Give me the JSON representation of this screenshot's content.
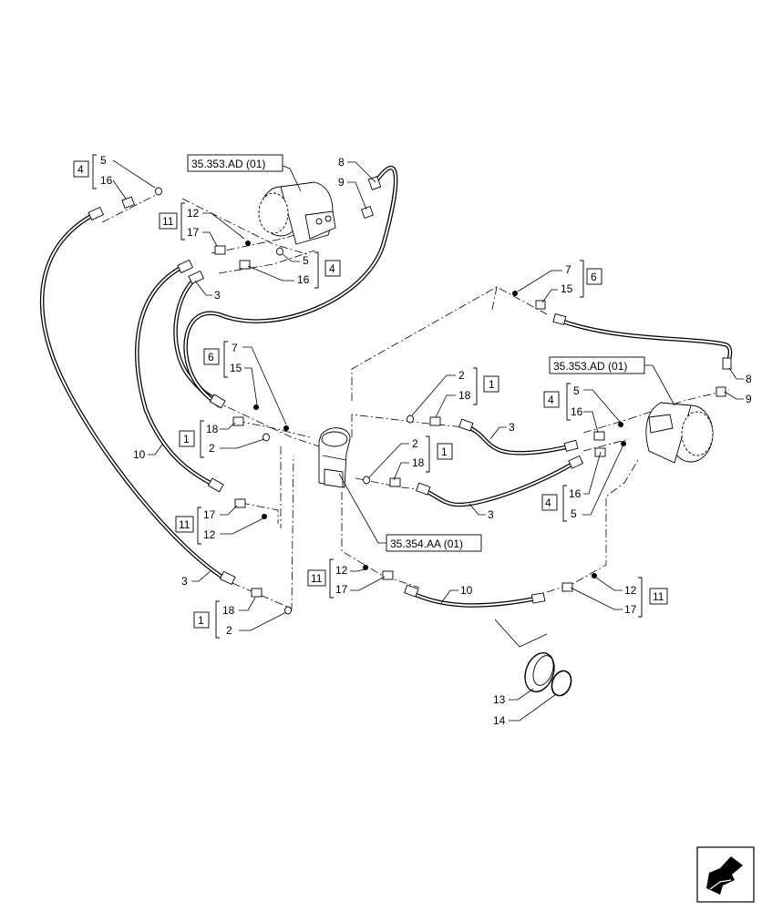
{
  "refs": {
    "motor_top": "35.353.AD (01)",
    "motor_right": "35.353.AD (01)",
    "valve": "35.354.AA (01)"
  },
  "groups": [
    {
      "box": "4",
      "top": "5",
      "bottom": "16"
    },
    {
      "box": "11",
      "top": "12",
      "bottom": "17"
    },
    {
      "box": "4",
      "top": "5",
      "bottom": "16"
    },
    {
      "box": "6",
      "top": "7",
      "bottom": "15"
    },
    {
      "box": "6",
      "top": "7",
      "bottom": "15"
    },
    {
      "box": "1",
      "top": "2",
      "bottom": "18"
    },
    {
      "box": "4",
      "top": "5",
      "bottom": "16"
    },
    {
      "box": "1",
      "top": "18",
      "bottom": "2"
    },
    {
      "box": "1",
      "top": "2",
      "bottom": "18"
    },
    {
      "box": "4",
      "top": "16",
      "bottom": "5"
    },
    {
      "box": "11",
      "top": "17",
      "bottom": "12"
    },
    {
      "box": "11",
      "top": "12",
      "bottom": "17"
    },
    {
      "box": "11",
      "top": "12",
      "bottom": "17"
    },
    {
      "box": "1",
      "top": "18",
      "bottom": "2"
    }
  ],
  "singles": {
    "n8a": "8",
    "n9a": "9",
    "n3a": "3",
    "n10a": "10",
    "n3b": "3",
    "n3c": "3",
    "n3d": "3",
    "n10b": "10",
    "n8b": "8",
    "n9b": "9",
    "n13": "13",
    "n14": "14"
  },
  "icons": {
    "nav": "arrow-icon"
  }
}
